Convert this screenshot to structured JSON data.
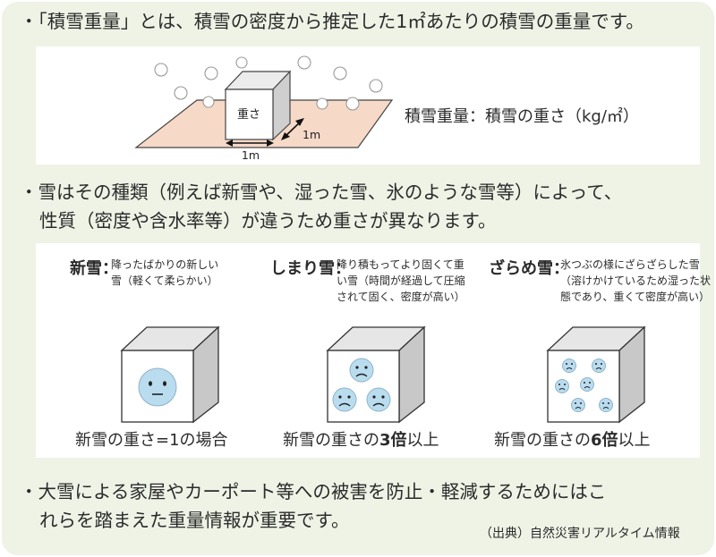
{
  "bullets": {
    "b1": "・「積雪重量」とは、積雪の密度から推定した1㎡あたりの積雪の重量です。",
    "b2_line1": "・雪はその種類（例えば新雪や、湿った雪、氷のような雪等）によって、",
    "b2_line2": "性質（密度や含水率等）が違うため重さが異なります。",
    "b3_line1": "・大雪による家屋やカーポート等への被害を防止・軽減するためにはこ",
    "b3_line2": "れらを踏まえた重量情報が重要です。"
  },
  "diagram1": {
    "box_label": "重さ",
    "dim_depth": "1m",
    "dim_width": "1m",
    "definition": "積雪重量：積雪の重さ（kg/㎡）"
  },
  "types": [
    {
      "name": "新雪：",
      "desc": [
        "降ったばかりの新しい",
        "雪（軽くて柔らかい）"
      ],
      "caption_pre": "新雪の重さ=1の場合",
      "caption_bold": "",
      "caption_post": ""
    },
    {
      "name": "しまり雪：",
      "desc": [
        "降り積もってより固くて重",
        "い雪（時間が経過して圧縮",
        "されて固く、密度が高い）"
      ],
      "caption_pre": "新雪の重さの",
      "caption_bold": "3倍",
      "caption_post": "以上"
    },
    {
      "name": "ざらめ雪：",
      "desc": [
        "氷つぶの様にざらざらした雪",
        "（溶けかけているため湿った状",
        "態であり、重くて密度が高い）"
      ],
      "caption_pre": "新雪の重さの",
      "caption_bold": "6倍",
      "caption_post": "以上"
    }
  ],
  "source": "（出典）自然災害リアルタイム情報",
  "colors": {
    "background": "#eef3e6",
    "ground": "#f7d9c8",
    "face_fill": "#b9dcef",
    "cube_side": "#c8c8c8",
    "cube_top": "#e6e6e6"
  }
}
